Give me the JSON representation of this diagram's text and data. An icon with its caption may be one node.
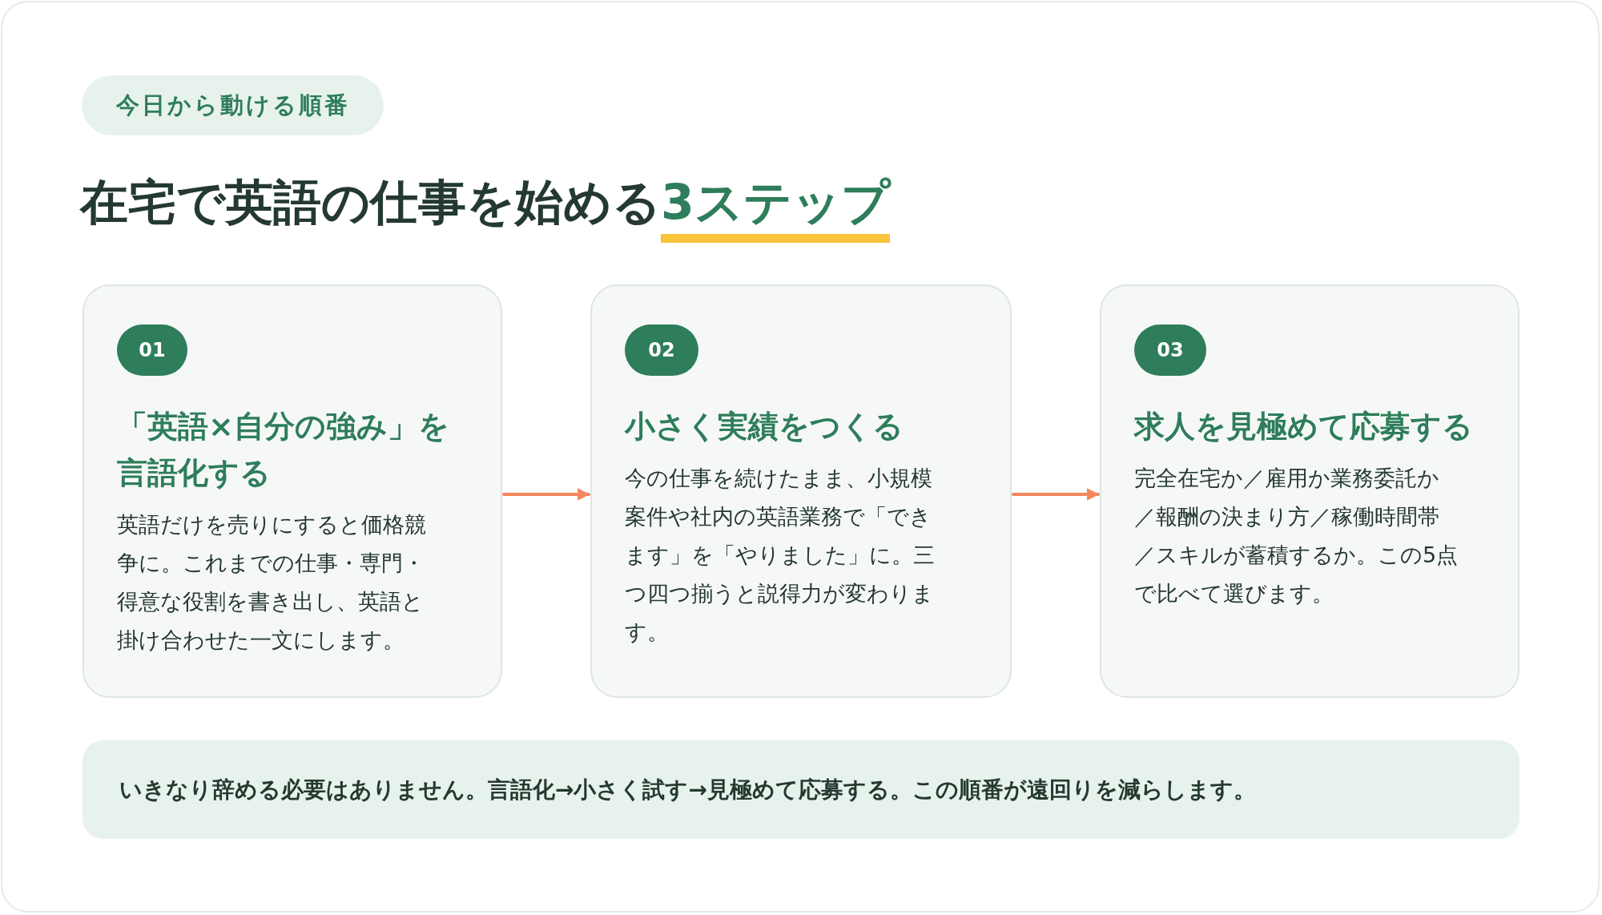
{
  "diagram": {
    "title": "在宅で英語の仕事を始める**3ステップ**",
    "nodes": [
      {
        "text": [
          "今日から動ける順番"
        ]
      },
      {
        "text": [
          "「英語×自分の強み」を言語化する",
          "英語だけを売りにすると価格競争に。これまでの仕事・専門・得意な役割を書き出し、英語と掛け合わせた一文にします。"
        ]
      },
      {
        "text": [
          "01"
        ],
        "in": 1
      },
      {
        "text": [
          "小さく実績をつくる",
          "今の仕事を続けたまま、小規模案件や社内の英語業務で「できます」を「やりました」に。三つ四つ揃うと説得力が変わります。"
        ]
      },
      {
        "text": [
          "02"
        ],
        "in": 3
      },
      {
        "text": [
          "求人を見極めて応募する",
          "完全在宅か／雇用か業務委託か／報酬の決まり方／稼働時間帯／スキルが蓄積するか。この5点で比べて選びます。"
        ]
      },
      {
        "text": [
          "03"
        ],
        "in": 5
      },
      {
        "text": [
          "いきなり辞める必要はありません。言語化→小さく試す→見極めて応募する。この順番が遠回りを減らします。"
        ]
      }
    ],
    "edges": [
      {
        "from": 1,
        "to": 3,
        "arrow": "to"
      },
      {
        "from": 3,
        "to": 5,
        "arrow": "to"
      }
    ]
  }
}
